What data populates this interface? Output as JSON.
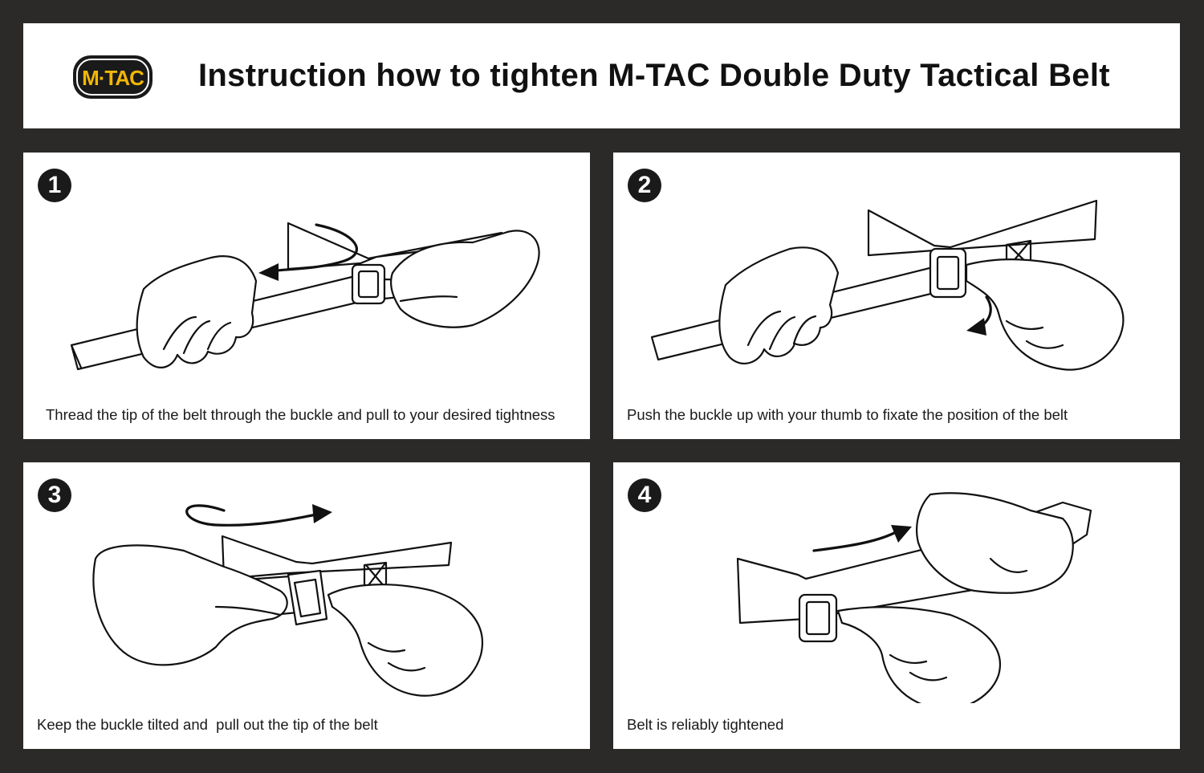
{
  "header": {
    "logo_text": "M·TAC",
    "title": "Instruction how to tighten M-TAC Double Duty Tactical Belt"
  },
  "steps": [
    {
      "number": "1",
      "caption": "Thread the tip of the belt through the buckle and pull to your desired tightness"
    },
    {
      "number": "2",
      "caption": "Push the buckle up with your thumb to fixate the position of the belt"
    },
    {
      "number": "3",
      "caption": "Keep the buckle tilted and  pull out the tip of the belt"
    },
    {
      "number": "4",
      "caption": "Belt is reliably tightened"
    }
  ],
  "colors": {
    "background": "#2b2a28",
    "panel": "#ffffff",
    "logo_accent": "#f2b705"
  }
}
